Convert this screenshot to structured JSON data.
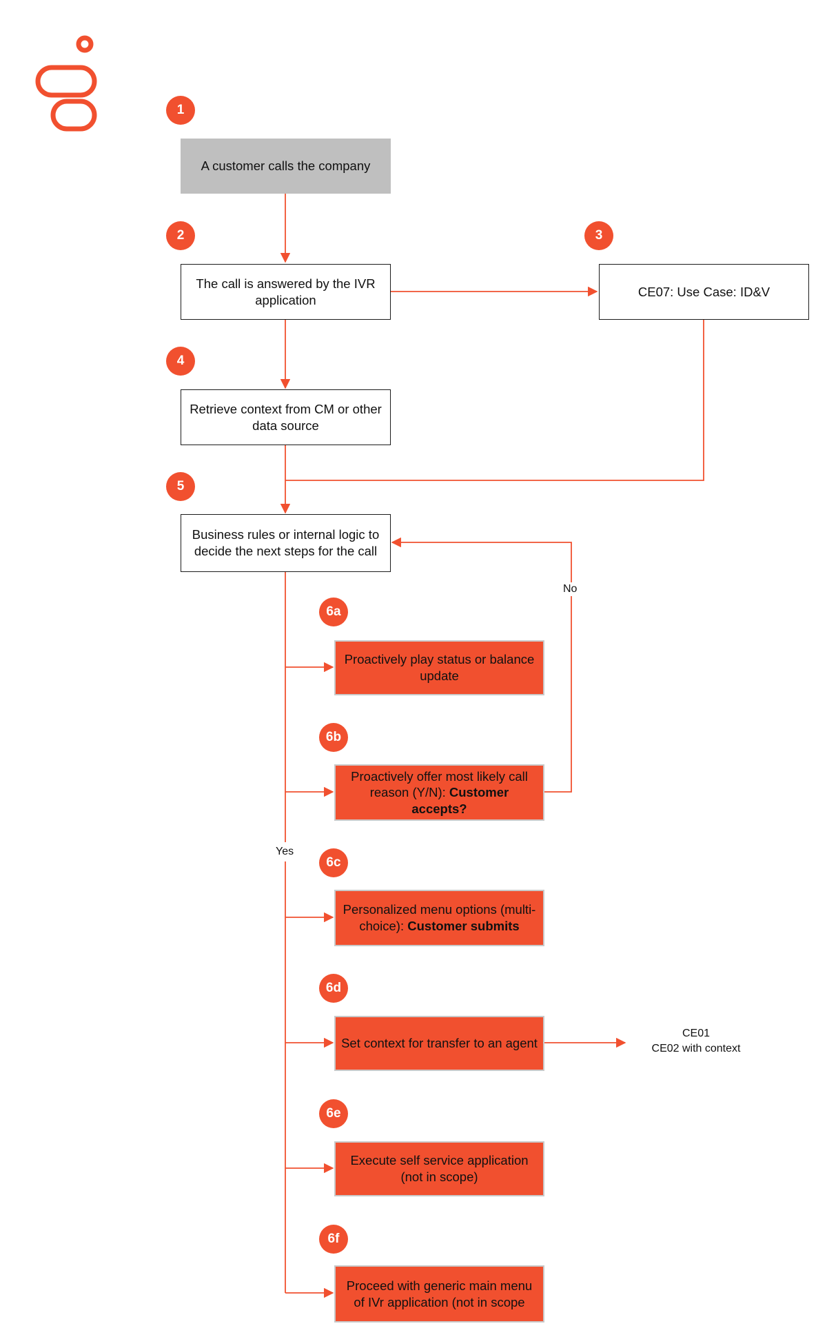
{
  "colors": {
    "accent": "#f1502f",
    "start_fill": "#bfbfbf",
    "box_border": "#1a1a1a"
  },
  "logo": {
    "icon": "genesys-logo-icon"
  },
  "steps": {
    "s1": "1",
    "s2": "2",
    "s3": "3",
    "s4": "4",
    "s5": "5",
    "s6a": "6a",
    "s6b": "6b",
    "s6c": "6c",
    "s6d": "6d",
    "s6e": "6e",
    "s6f": "6f"
  },
  "nodes": {
    "n1": "A customer calls the company",
    "n2": "The call is answered by the IVR application",
    "n3": "CE07: Use Case: ID&V",
    "n4": "Retrieve context from CM or other data source",
    "n5": "Business rules or internal logic to decide the next steps for the call",
    "n6a": "Proactively play status or balance update",
    "n6b_text": "Proactively offer most likely call reason (Y/N): ",
    "n6b_bold": "Customer accepts?",
    "n6c_text": "Personalized menu options (multi-choice): ",
    "n6c_bold": "Customer submits",
    "n6d": "Set context for transfer to an agent",
    "n6e": "Execute self service application (not in scope)",
    "n6f": "Proceed with generic main menu of  IVr application (not in scope"
  },
  "edge_labels": {
    "no": "No",
    "yes": "Yes"
  },
  "external": {
    "line1": "CE01",
    "line2": "CE02 with context"
  }
}
